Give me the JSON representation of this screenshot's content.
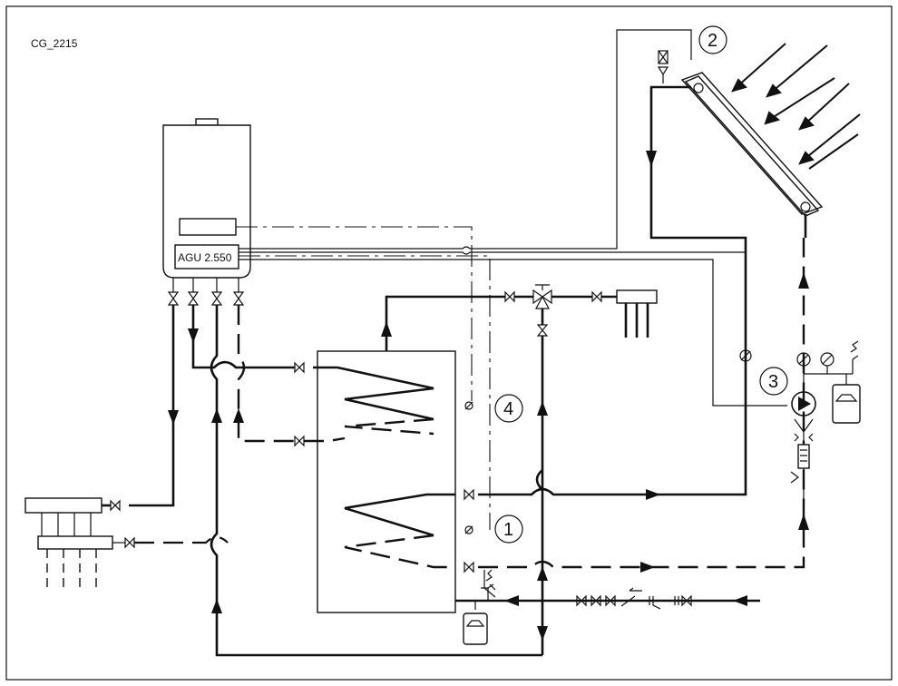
{
  "figure_code": "CG_2215",
  "controller_label": "AGU 2.550",
  "callouts": [
    "1",
    "2",
    "3",
    "4"
  ],
  "colors": {
    "line": "#111111",
    "background": "#ffffff"
  }
}
